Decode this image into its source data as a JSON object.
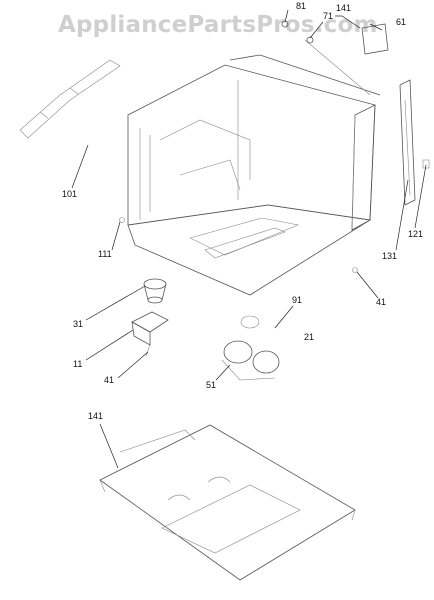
{
  "watermark": "AppliancePartsPros.com",
  "callouts": {
    "c81": "81",
    "c71": "71",
    "c141_top": "141",
    "c61": "61",
    "c101": "101",
    "c111": "111",
    "c121": "121",
    "c131": "131",
    "c41_right": "41",
    "c31": "31",
    "c91": "91",
    "c21": "21",
    "c11": "11",
    "c41_left": "41",
    "c51": "51",
    "c141_bottom": "141"
  },
  "colors": {
    "line": "#555555",
    "watermark": "#cfcfcf",
    "text": "#111111"
  }
}
